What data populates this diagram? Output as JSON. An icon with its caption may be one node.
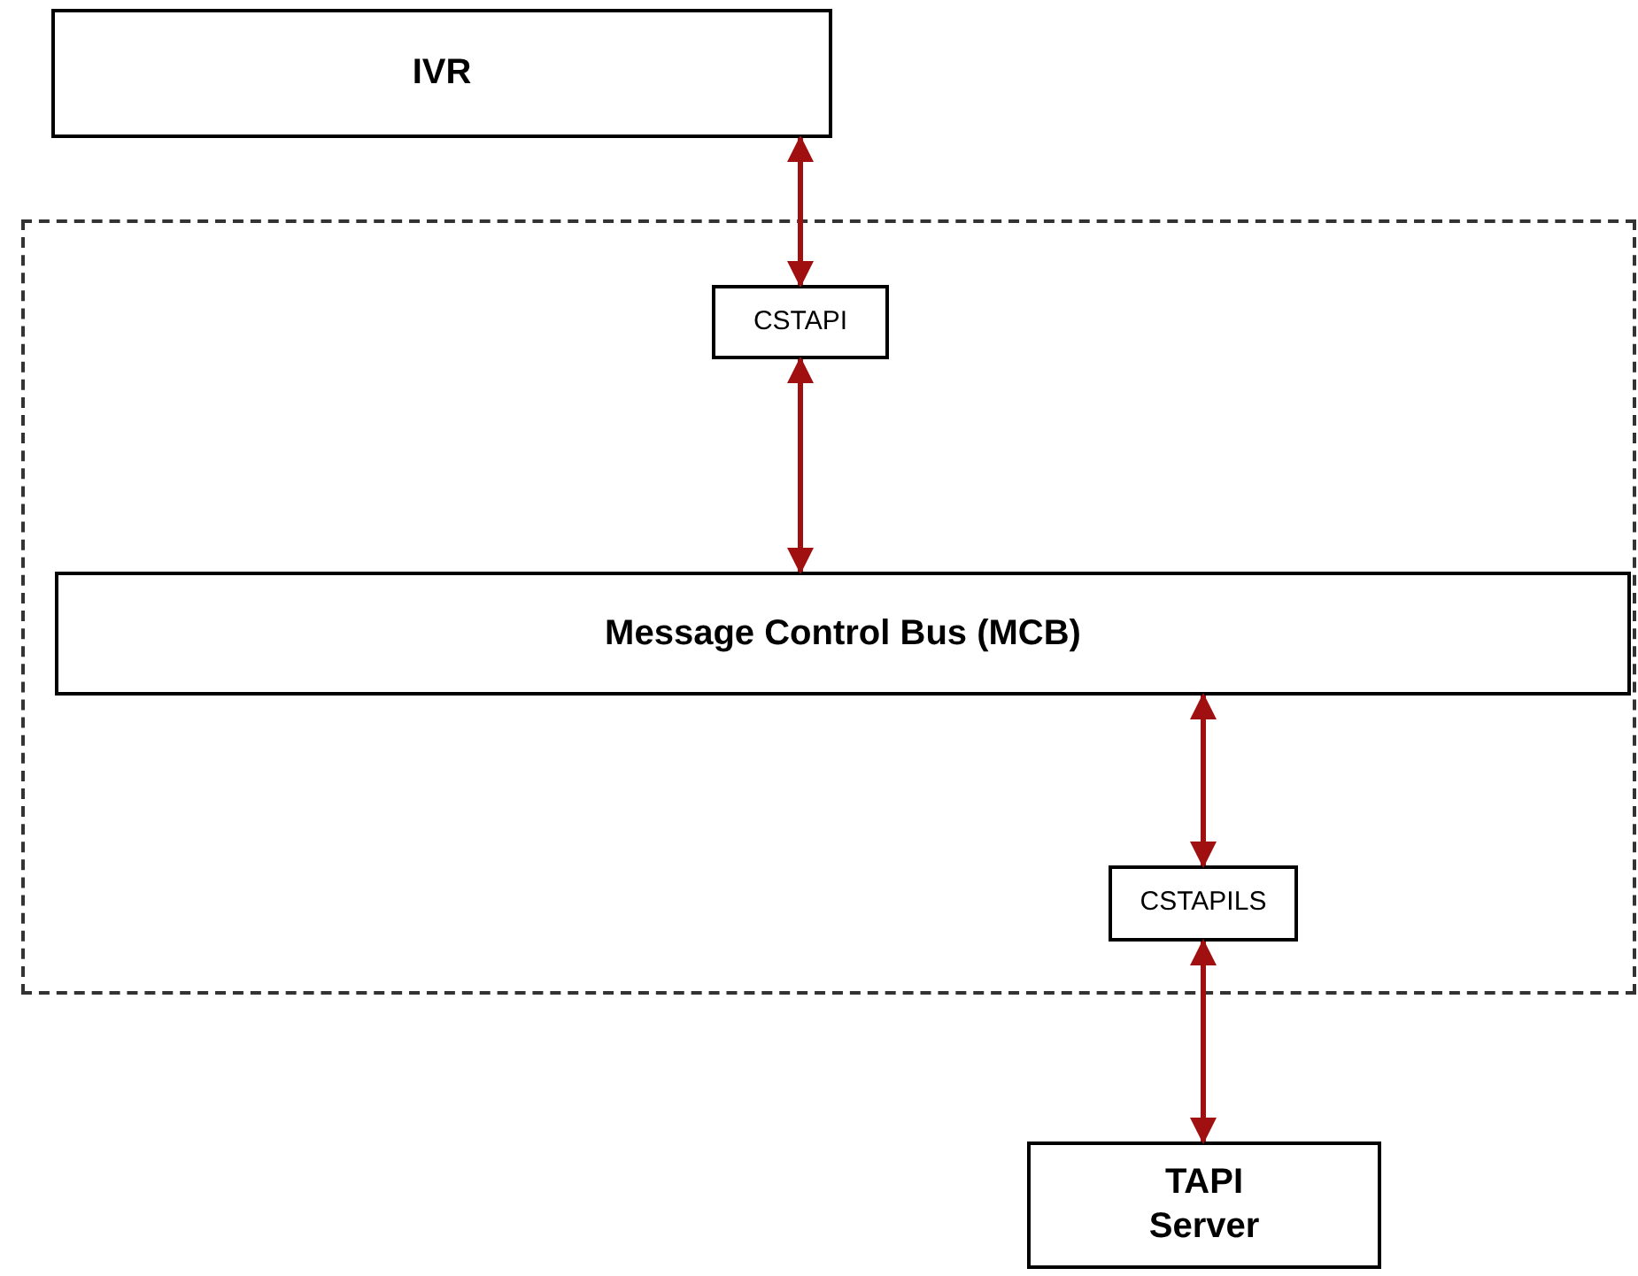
{
  "diagram": {
    "nodes": [
      {
        "text": [
          "IVR"
        ]
      },
      {
        "text": [],
        "shape": "box"
      },
      {
        "text": [
          "CSTAPI"
        ],
        "in": 1
      },
      {
        "text": [
          "Message Control Bus (MCB)"
        ],
        "in": 1
      },
      {
        "text": [
          "CSTAPILS"
        ],
        "in": 1
      },
      {
        "text": [
          "TAPI Server"
        ]
      }
    ],
    "edges": [
      {
        "from": 0,
        "to": 2,
        "arrow": "both"
      },
      {
        "from": 2,
        "to": 3,
        "arrow": "both"
      },
      {
        "from": 3,
        "to": 4,
        "arrow": "both"
      },
      {
        "from": 4,
        "to": 5,
        "arrow": "both"
      }
    ]
  }
}
